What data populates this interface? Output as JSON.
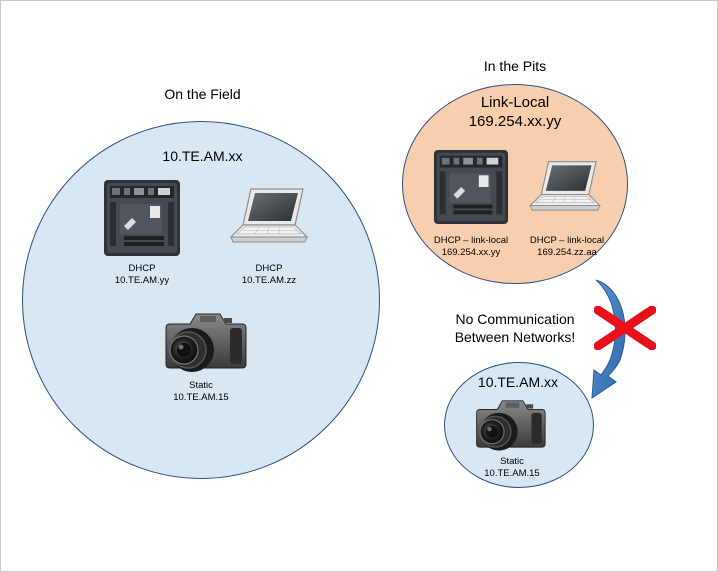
{
  "field": {
    "heading": "On the Field",
    "network": "10.TE.AM.xx",
    "roborio": {
      "label": "DHCP",
      "address": "10.TE.AM.yy"
    },
    "laptop": {
      "label": "DHCP",
      "address": "10.TE.AM.zz"
    },
    "camera": {
      "label": "Static",
      "address": "10.TE.AM.15"
    }
  },
  "pits": {
    "heading": "In the Pits",
    "network_name": "Link-Local",
    "network_range": "169.254.xx.yy",
    "roborio": {
      "label": "DHCP – link-local",
      "address": "169.254.xx.yy"
    },
    "laptop": {
      "label": "DHCP – link-local",
      "address": "169.254.zz.aa"
    }
  },
  "isolated": {
    "network": "10.TE.AM.xx",
    "camera": {
      "label": "Static",
      "address": "10.TE.AM.15"
    }
  },
  "warning": {
    "line1": "No Communication",
    "line2": "Between Networks!"
  },
  "colors": {
    "field_fill": "#d9e7f2",
    "pits_fill": "#f7cfae",
    "circle_stroke": "#2f4f80",
    "arrow": "#4a86c6",
    "cross": "#e8101a"
  },
  "icons": [
    "roborio-icon",
    "laptop-icon",
    "camera-icon",
    "curved-arrow-icon",
    "red-x-icon"
  ]
}
